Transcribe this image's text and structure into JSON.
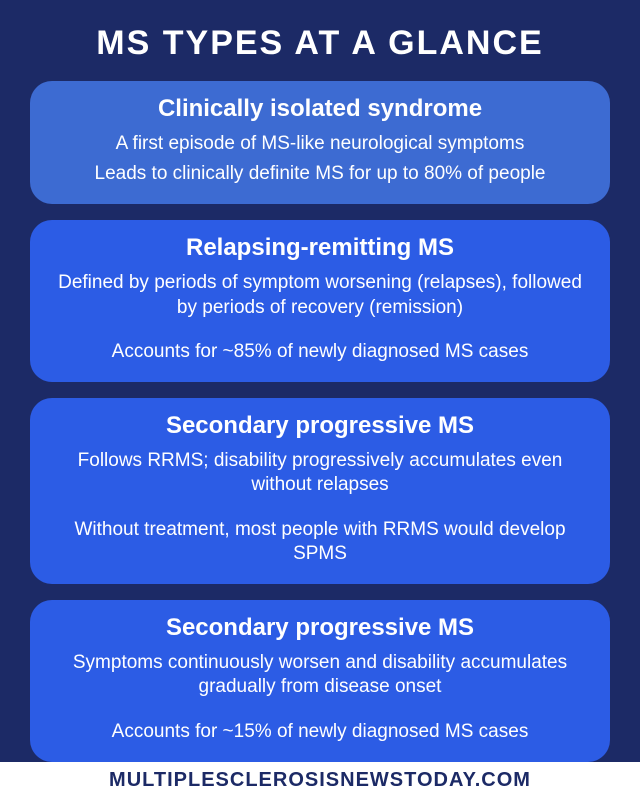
{
  "title": "MS TYPES AT A GLANCE",
  "cards": [
    {
      "heading": "Clinically isolated syndrome",
      "paragraphs": [
        "A first episode of MS-like neurological symptoms",
        "Leads to clinically definite MS for up to 80% of people"
      ]
    },
    {
      "heading": "Relapsing-remitting MS",
      "paragraphs": [
        "Defined by periods of symptom worsening (relapses), followed by periods of recovery (remission)",
        "Accounts for ~85% of newly diagnosed MS cases"
      ]
    },
    {
      "heading": "Secondary progressive MS",
      "paragraphs": [
        "Follows RRMS; disability progressively accumulates even without relapses",
        "Without treatment, most people with RRMS would develop SPMS"
      ]
    },
    {
      "heading": "Secondary progressive MS",
      "paragraphs": [
        "Symptoms continuously worsen and disability accumulates gradually from disease onset",
        "Accounts for ~15% of newly diagnosed MS cases"
      ]
    }
  ],
  "footer": "MULTIPLESCLEROSISNEWSTODAY.COM",
  "colors": {
    "background": "#1C2A66",
    "card1": "#3D6BD2",
    "card2": "#2C5CE5",
    "card3": "#2C5CE5",
    "card4": "#2C5CE5",
    "footer_bg": "#FFFFFF",
    "footer_text": "#1C2A66"
  }
}
